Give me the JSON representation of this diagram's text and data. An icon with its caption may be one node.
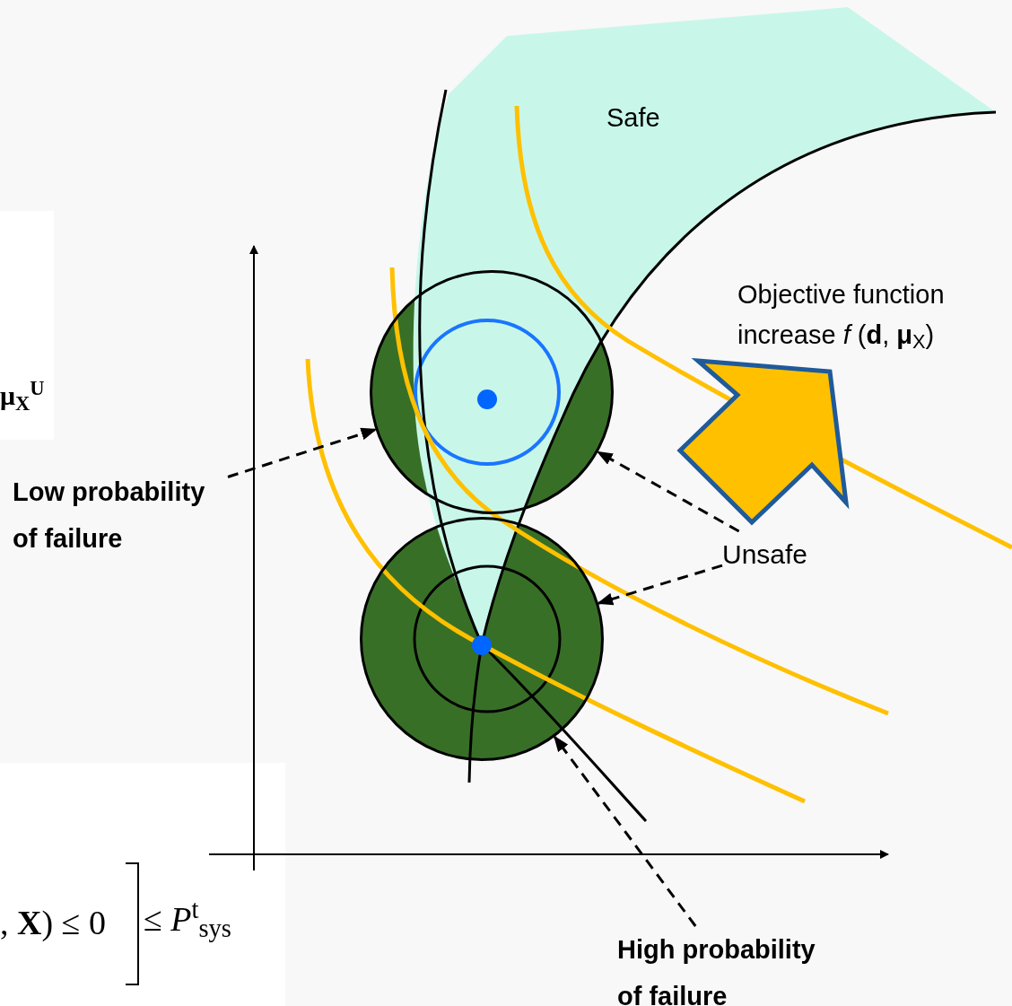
{
  "diagram": {
    "nodes": [
      {
        "text": [
          "Low  probability of failure"
        ]
      },
      {
        "text": [],
        "shape": "circle"
      },
      {
        "text": [
          "Unsafe"
        ]
      },
      {
        "text": [],
        "shape": "circle"
      },
      {
        "text": [
          "High  probability of failure"
        ]
      }
    ],
    "edges": [
      {
        "from": 0,
        "to": 1,
        "arrow": "to",
        "style": "dashed"
      },
      {
        "from": 2,
        "to": 1,
        "arrow": "to",
        "style": "dashed"
      },
      {
        "from": 2,
        "to": 3,
        "arrow": "to",
        "style": "dashed"
      },
      {
        "from": 4,
        "to": 3,
        "arrow": "to",
        "style": "dashed"
      }
    ],
    "labels": [
      "Safe",
      "Objective function increase *f* (**d**, **μ**$_{X}$)",
      "μ$_{X}$$^{U}$",
      ", **X**) ≤ 0",
      "≤ *P*$^{t}$$_{sys}$"
    ]
  }
}
